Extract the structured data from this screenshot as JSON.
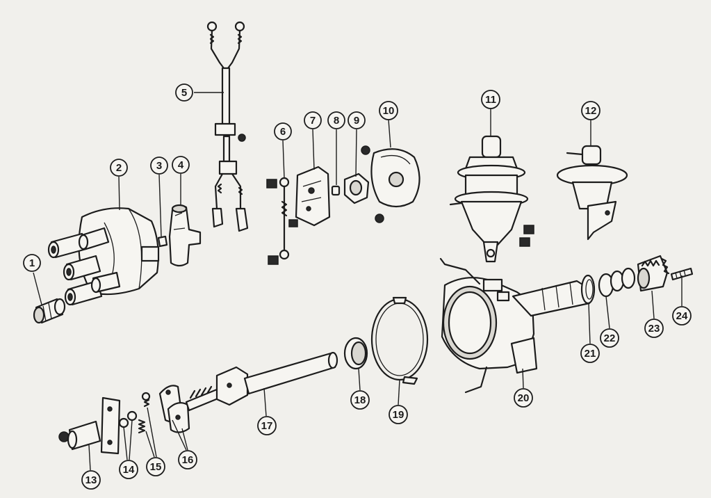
{
  "parts": [
    {
      "id": "part-1",
      "label": "1"
    },
    {
      "id": "part-2",
      "label": "2"
    },
    {
      "id": "part-3",
      "label": "3"
    },
    {
      "id": "part-4",
      "label": "4"
    },
    {
      "id": "part-5",
      "label": "5"
    },
    {
      "id": "part-6",
      "label": "6"
    },
    {
      "id": "part-7",
      "label": "7"
    },
    {
      "id": "part-8",
      "label": "8"
    },
    {
      "id": "part-9",
      "label": "9"
    },
    {
      "id": "part-10",
      "label": "10"
    },
    {
      "id": "part-11",
      "label": "11"
    },
    {
      "id": "part-12",
      "label": "12"
    },
    {
      "id": "part-13",
      "label": "13"
    },
    {
      "id": "part-14",
      "label": "14"
    },
    {
      "id": "part-15",
      "label": "15"
    },
    {
      "id": "part-16",
      "label": "16"
    },
    {
      "id": "part-17",
      "label": "17"
    },
    {
      "id": "part-18",
      "label": "18"
    },
    {
      "id": "part-19",
      "label": "19"
    },
    {
      "id": "part-20",
      "label": "20"
    },
    {
      "id": "part-21",
      "label": "21"
    },
    {
      "id": "part-22",
      "label": "22"
    },
    {
      "id": "part-23",
      "label": "23"
    },
    {
      "id": "part-24",
      "label": "24"
    }
  ]
}
